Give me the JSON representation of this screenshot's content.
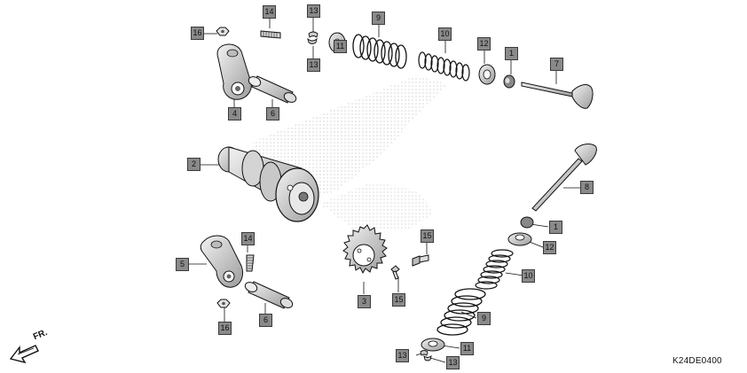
{
  "diagram_code": "K24DE0400",
  "direction_label": "FR.",
  "callouts": {
    "c1a": "1",
    "c1b": "1",
    "c2": "2",
    "c3": "3",
    "c4": "4",
    "c5": "5",
    "c6a": "6",
    "c6b": "6",
    "c7": "7",
    "c8": "8",
    "c9a": "9",
    "c9b": "9",
    "c10a": "10",
    "c10b": "10",
    "c11a": "11",
    "c11b": "11",
    "c12a": "12",
    "c12b": "12",
    "c13a": "13",
    "c13b": "13",
    "c13c": "13",
    "c13d": "13",
    "c14a": "14",
    "c14b": "14",
    "c15a": "15",
    "c15b": "15",
    "c16a": "16",
    "c16b": "16"
  }
}
